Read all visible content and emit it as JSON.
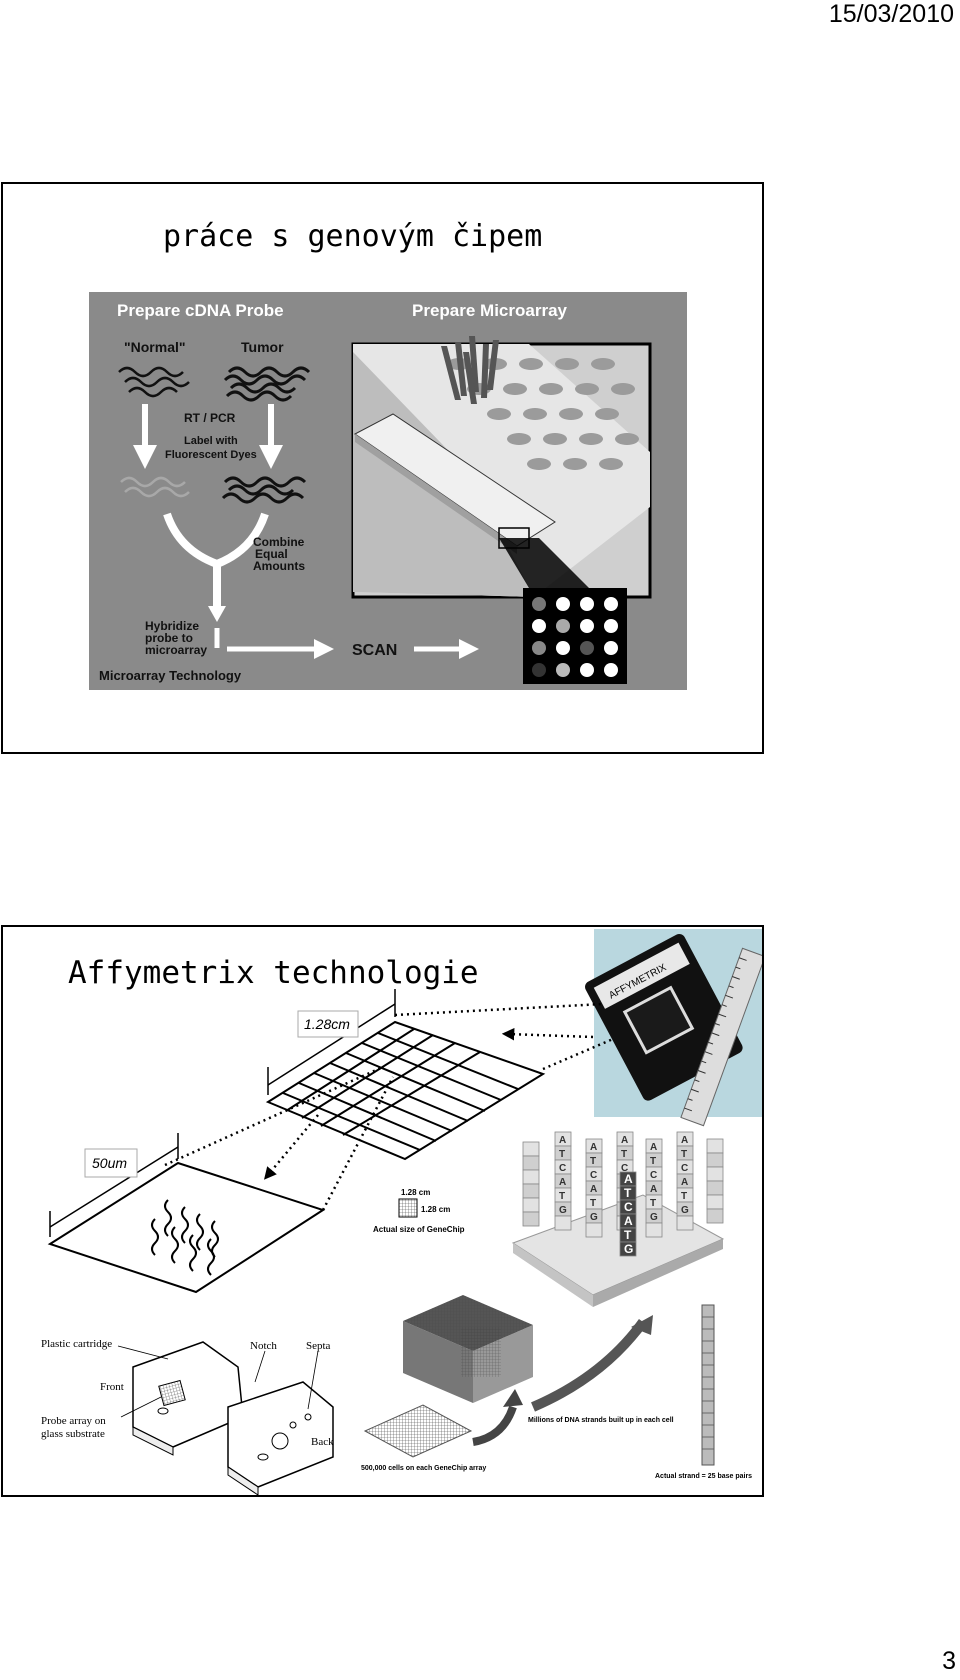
{
  "header": {
    "date": "15/03/2010"
  },
  "footer": {
    "page_number": "3"
  },
  "slide1": {
    "title": "práce s genovým čipem",
    "figure": {
      "heading_left": "Prepare cDNA Probe",
      "heading_right": "Prepare Microarray",
      "normal": "\"Normal\"",
      "tumor": "Tumor",
      "rt_pcr": "RT / PCR",
      "label_line1": "Label with",
      "label_line2": "Fluorescent Dyes",
      "combine_line1": "Combine",
      "combine_line2": "Equal",
      "combine_line3": "Amounts",
      "hybridize_line1": "Hybridize",
      "hybridize_line2": "probe to",
      "hybridize_line3": "microarray",
      "scan": "SCAN",
      "caption": "Microarray Technology"
    }
  },
  "slide2": {
    "title": "Affymetrix technologie",
    "dim_large": "1.28cm",
    "dim_small": "50um",
    "chip_size_1": "1.28 cm",
    "chip_size_2": "1.28 cm",
    "chip_size_caption": "Actual size of GeneChip",
    "cartridge_labels": {
      "plastic": "Plastic cartridge",
      "front": "Front",
      "probe_line1": "Probe array on",
      "probe_line2": "glass substrate",
      "notch": "Notch",
      "septa": "Septa",
      "back": "Back"
    },
    "cells_caption": "500,000 cells on each GeneChip array",
    "strands_caption": "Millions of DNA strands built up in each cell",
    "strand_caption": "Actual strand = 25 base pairs",
    "column_letters": [
      "A",
      "T",
      "C",
      "A",
      "T",
      "G"
    ]
  }
}
